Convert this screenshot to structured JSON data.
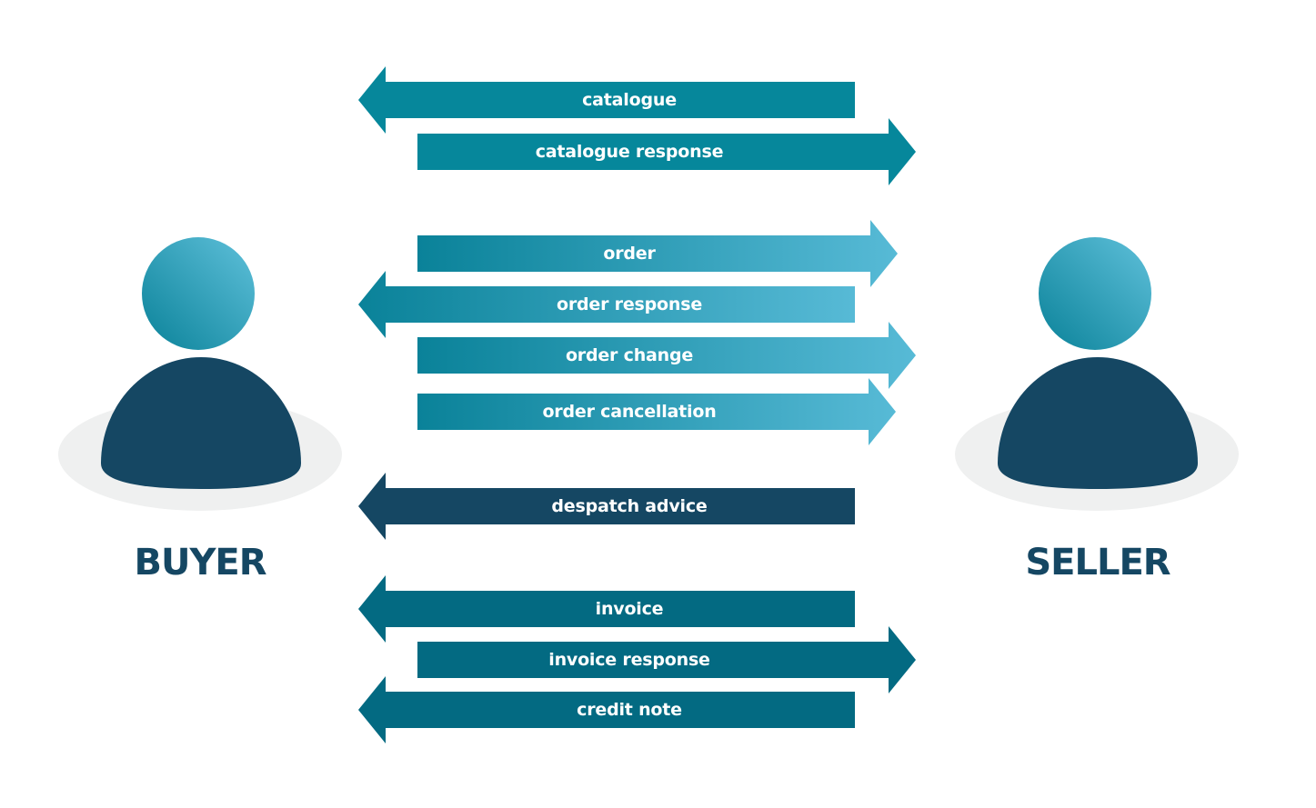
{
  "actors": {
    "buyer": "BUYER",
    "seller": "SELLER"
  },
  "colors": {
    "teal": "#06879B",
    "teal_dark": "#036A82",
    "navy": "#154763",
    "light_blue": "#53B7D4",
    "shadow": "#EFF0F0"
  },
  "messages": [
    {
      "label": "catalogue",
      "direction": "to-buyer",
      "style": "teal"
    },
    {
      "label": "catalogue response",
      "direction": "to-seller",
      "style": "teal"
    },
    {
      "label": "order",
      "direction": "to-seller",
      "style": "gradient"
    },
    {
      "label": "order response",
      "direction": "to-buyer",
      "style": "gradient"
    },
    {
      "label": "order change",
      "direction": "to-seller",
      "style": "gradient"
    },
    {
      "label": "order cancellation",
      "direction": "to-seller",
      "style": "gradient"
    },
    {
      "label": "despatch advice",
      "direction": "to-buyer",
      "style": "navy"
    },
    {
      "label": "invoice",
      "direction": "to-buyer",
      "style": "teal_dark"
    },
    {
      "label": "invoice response",
      "direction": "to-seller",
      "style": "teal_dark"
    },
    {
      "label": "credit note",
      "direction": "to-buyer",
      "style": "teal_dark"
    }
  ]
}
